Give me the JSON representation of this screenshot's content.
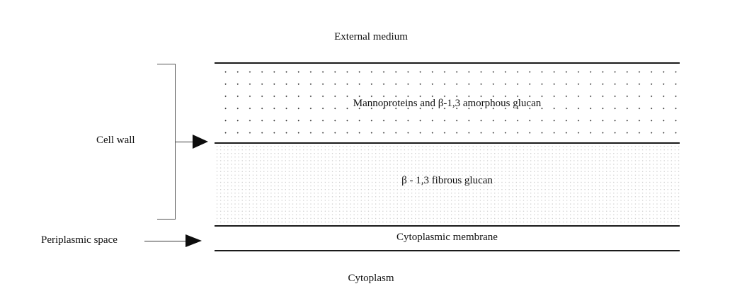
{
  "diagram": {
    "title_top": "External medium",
    "title_bottom": "Cytoplasm",
    "layers": [
      {
        "name": "amorphous-layer",
        "label": "Mannoproteins and β-1,3 amorphous glucan",
        "pattern": "sparse-dot-grid"
      },
      {
        "name": "fibrous-layer",
        "label": "β - 1,3 fibrous glucan",
        "pattern": "fine-dot-grid"
      },
      {
        "name": "membrane-layer",
        "label": "Cytoplasmic membrane",
        "pattern": "plain"
      }
    ],
    "annotations": [
      {
        "name": "cell-wall",
        "label": "Cell wall",
        "marker": "bracket-with-arrow"
      },
      {
        "name": "periplasmic-space",
        "label": "Periplasmic space",
        "marker": "long-arrow"
      }
    ],
    "colors": {
      "line": "#1a1a1a",
      "bracket": "#555555",
      "text": "#111111",
      "sparse_dot": "#2b2b2b",
      "fine_dot": "#c9c9c9",
      "background": "#ffffff"
    }
  }
}
